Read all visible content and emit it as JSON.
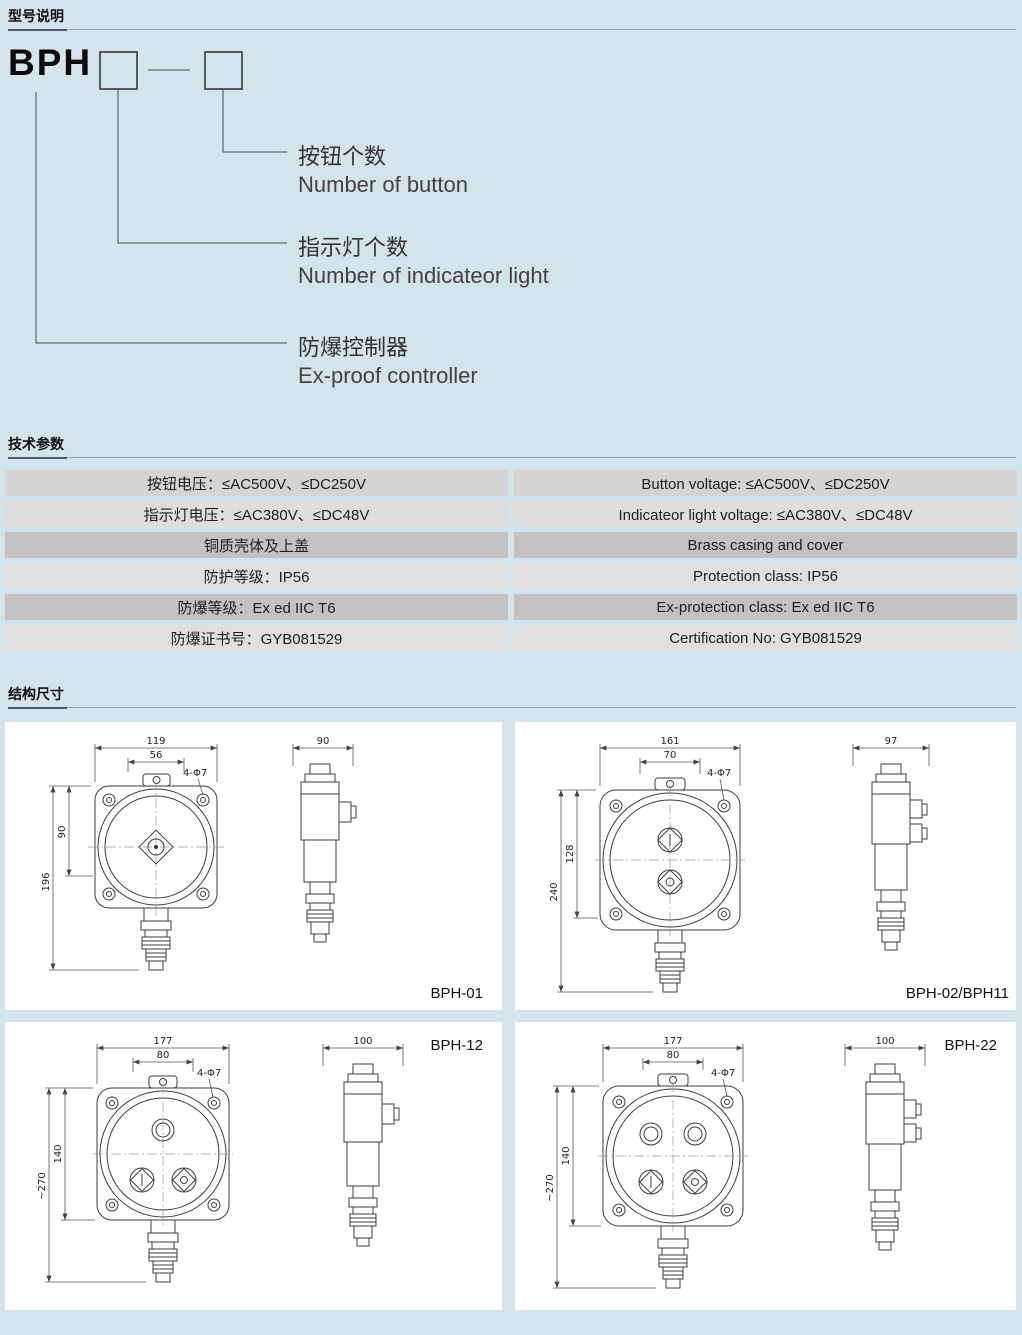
{
  "colors": {
    "page_bg": "#d5e3ed",
    "panel_bg": "#ffffff",
    "table_row_dark": "#c2c2c2",
    "table_row_light": "#e0e0e0"
  },
  "model": {
    "heading": "型号说明",
    "prefix": "BPH",
    "callouts": [
      {
        "zh": "按钮个数",
        "en": "Number of button"
      },
      {
        "zh": "指示灯个数",
        "en": "Number of indicateor light"
      },
      {
        "zh": "防爆控制器",
        "en": "Ex-proof controller"
      }
    ]
  },
  "tech": {
    "heading": "技术参数",
    "rows": [
      {
        "zh": "按钮电压：≤AC500V、≤DC250V",
        "en": "Button voltage: ≤AC500V、≤DC250V"
      },
      {
        "zh": "指示灯电压：≤AC380V、≤DC48V",
        "en": "Indicateor light voltage: ≤AC380V、≤DC48V"
      },
      {
        "zh": "铜质壳体及上盖",
        "en": "Brass casing and cover"
      },
      {
        "zh": "防护等级：IP56",
        "en": "Protection class: IP56"
      },
      {
        "zh": "防爆等级：Ex ed IIC T6",
        "en": "Ex-protection class: Ex ed IIC T6"
      },
      {
        "zh": "防爆证书号：GYB081529",
        "en": "Certification No: GYB081529"
      }
    ]
  },
  "dims": {
    "heading": "结构尺寸",
    "panels": [
      {
        "label": "BPH-01",
        "front_w": "119",
        "front_w2": "56",
        "holes": "4-Φ7",
        "front_h": "196",
        "front_h2": "90",
        "side_w": "90"
      },
      {
        "label": "BPH-02/BPH11",
        "front_w": "161",
        "front_w2": "70",
        "holes": "4-Φ7",
        "front_h": "240",
        "front_h2": "128",
        "side_w": "97"
      },
      {
        "label": "BPH-12",
        "front_w": "177",
        "front_w2": "80",
        "holes": "4-Φ7",
        "front_h": "~270",
        "front_h2": "140",
        "side_w": "100"
      },
      {
        "label": "BPH-22",
        "front_w": "177",
        "front_w2": "80",
        "holes": "4-Φ7",
        "front_h": "~270",
        "front_h2": "140",
        "side_w": "100"
      }
    ]
  }
}
